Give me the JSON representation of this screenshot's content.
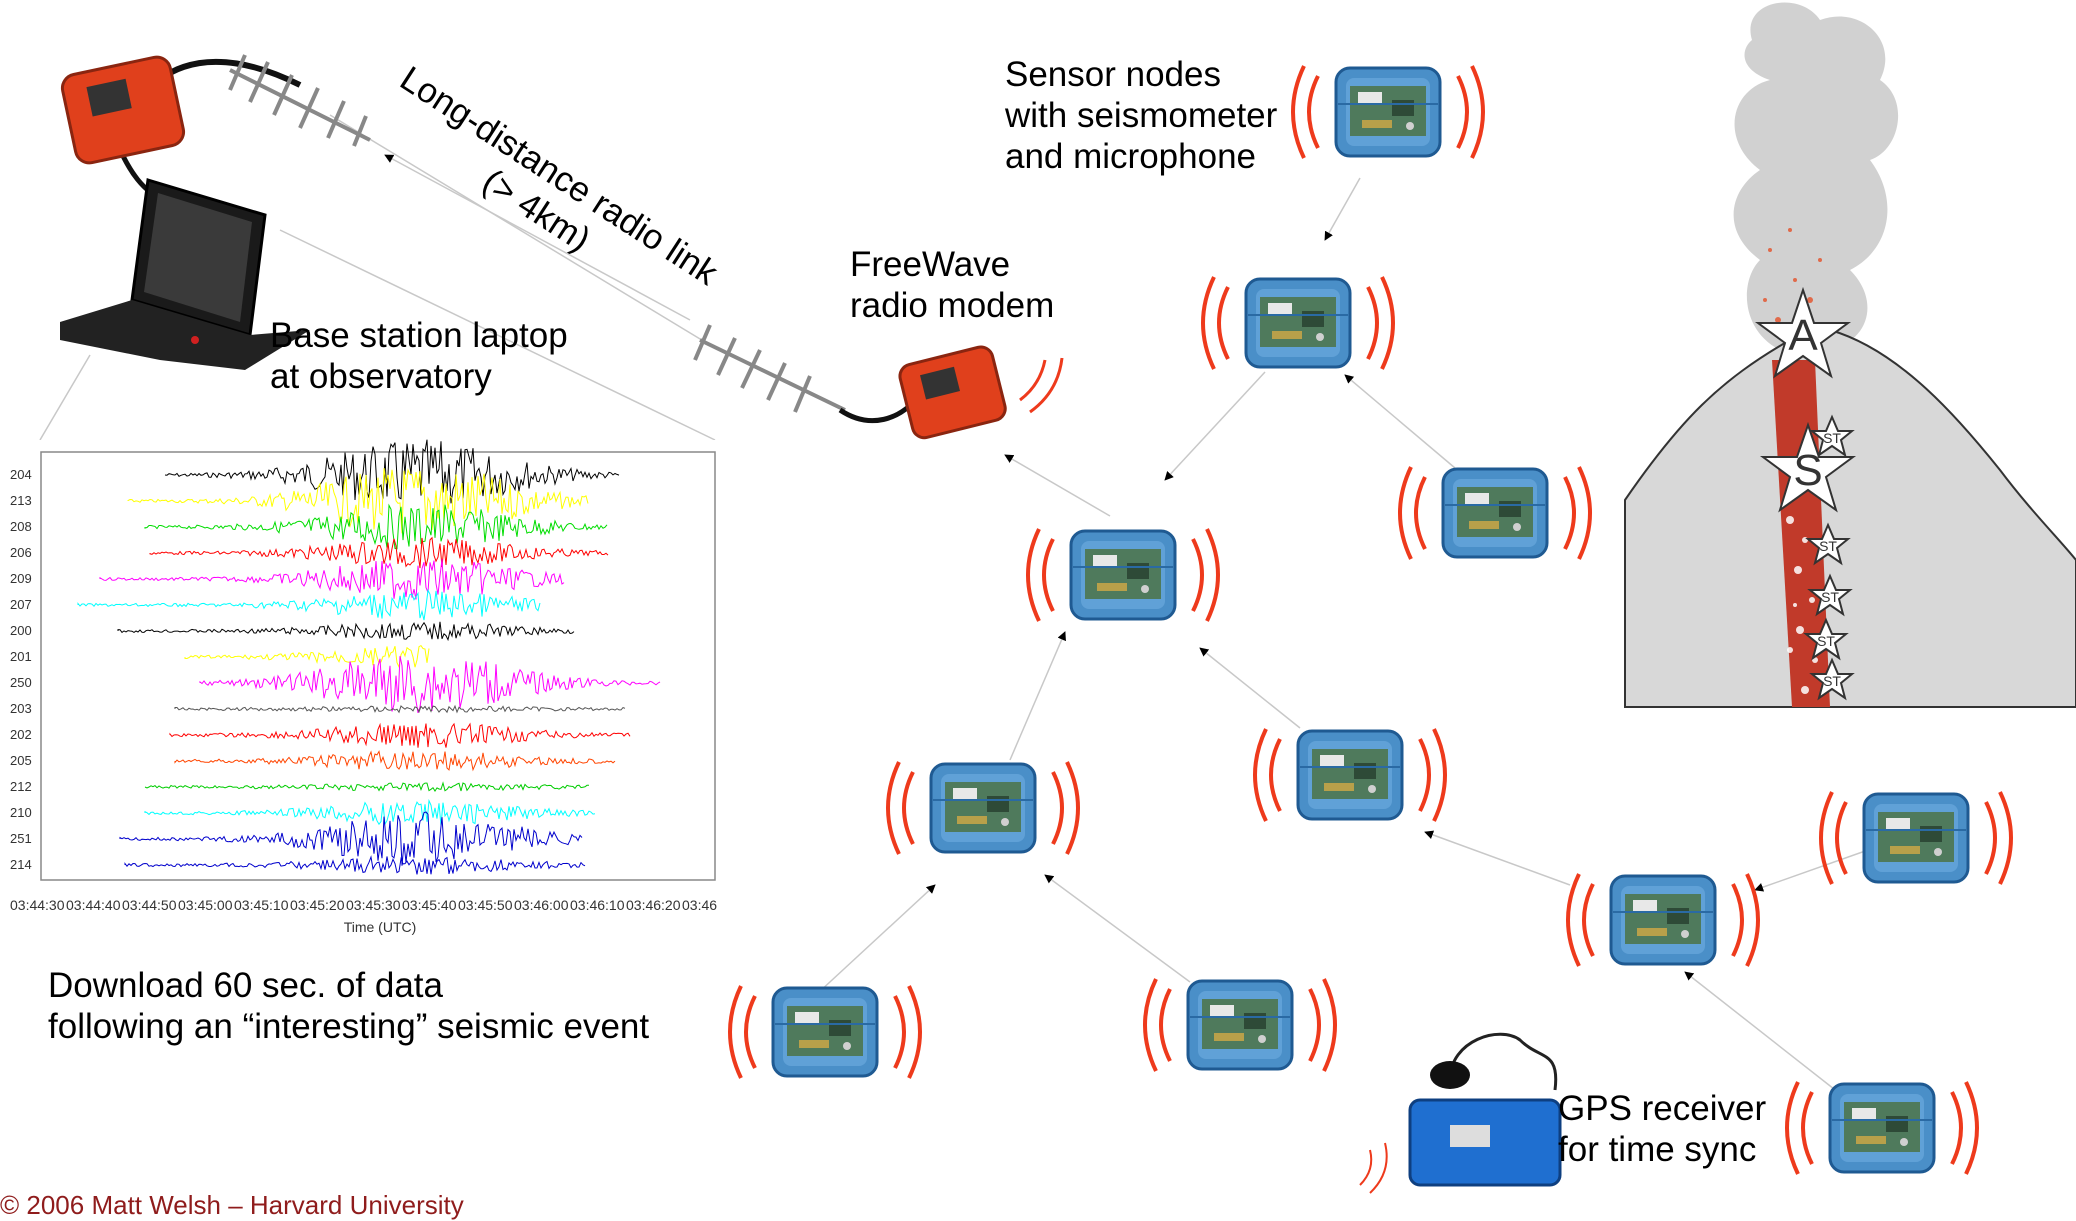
{
  "labels": {
    "sensor_nodes": [
      "Sensor nodes",
      "with seismometer",
      "and microphone"
    ],
    "radio_link": [
      "Long-distance radio link",
      "(> 4km)"
    ],
    "freewave": [
      "FreeWave",
      "radio modem"
    ],
    "base_station": [
      "Base station laptop",
      "at observatory"
    ],
    "download": [
      "Download 60 sec. of data",
      "following an “interesting” seismic event"
    ],
    "gps": [
      "GPS receiver",
      "for time sync"
    ],
    "footer": "© 2006 Matt Welsh – Harvard University"
  },
  "volcano": {
    "big_labels": [
      "A",
      "S"
    ],
    "small_label": "ST",
    "colors": {
      "smoke": "#c9c9c9",
      "body": "#d8d8d8",
      "conduit": "#c13a2a",
      "outline": "#333333"
    }
  },
  "seismogram": {
    "stations": [
      {
        "id": "204",
        "color": "#000000"
      },
      {
        "id": "213",
        "color": "#ffff00"
      },
      {
        "id": "208",
        "color": "#00dd00"
      },
      {
        "id": "206",
        "color": "#ff0000"
      },
      {
        "id": "209",
        "color": "#ff00ff"
      },
      {
        "id": "207",
        "color": "#00ffff"
      },
      {
        "id": "200",
        "color": "#000000"
      },
      {
        "id": "201",
        "color": "#ffff00"
      },
      {
        "id": "250",
        "color": "#ff00ff"
      },
      {
        "id": "203",
        "color": "#555555"
      },
      {
        "id": "202",
        "color": "#ff0000"
      },
      {
        "id": "205",
        "color": "#ff4500"
      },
      {
        "id": "212",
        "color": "#00cc00"
      },
      {
        "id": "210",
        "color": "#00ffff"
      },
      {
        "id": "251",
        "color": "#0000cc"
      },
      {
        "id": "214",
        "color": "#0000cc"
      }
    ],
    "time_ticks": [
      "03:44:30",
      "03:44:40",
      "03:44:50",
      "03:45:00",
      "03:45:10",
      "03:45:20",
      "03:45:30",
      "03:45:40",
      "03:45:50",
      "03:46:00",
      "03:46:10",
      "03:46:20",
      "03:46"
    ],
    "xlabel": "Time (UTC)"
  },
  "colors": {
    "node_case": "#4a8fc8",
    "node_case_dark": "#1f5a92",
    "board": "#4f7a5c",
    "wave": "#ee3a1c",
    "modem": "#e0401c",
    "gps_case": "#1f6fd0",
    "link": "#c8c8c8"
  }
}
